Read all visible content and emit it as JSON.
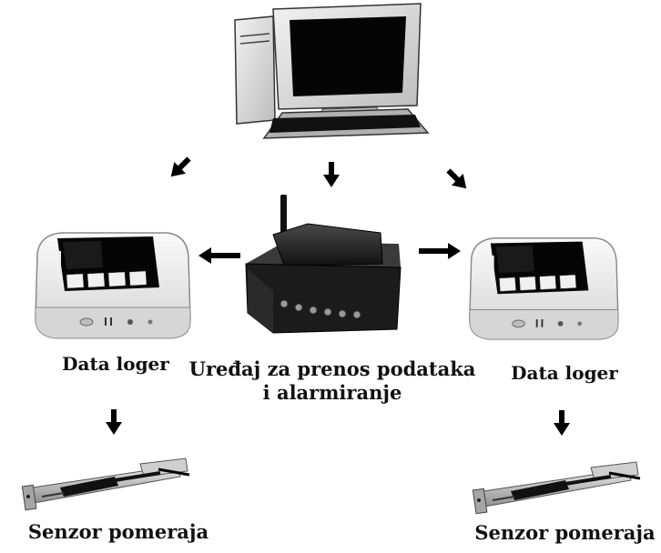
{
  "diagram": {
    "center_label_line1": "Uređaj za prenos podataka",
    "center_label_line2": "i alarmiranje",
    "logger_left_label": "Data loger",
    "logger_right_label": "Data loger",
    "sensor_left_label": "Senzor pomeraja",
    "sensor_right_label": "Senzor pomeraja"
  },
  "icons": [
    "computer-icon",
    "data-logger-icon",
    "transmitter-device-icon",
    "displacement-sensor-icon",
    "arrow-icon"
  ]
}
